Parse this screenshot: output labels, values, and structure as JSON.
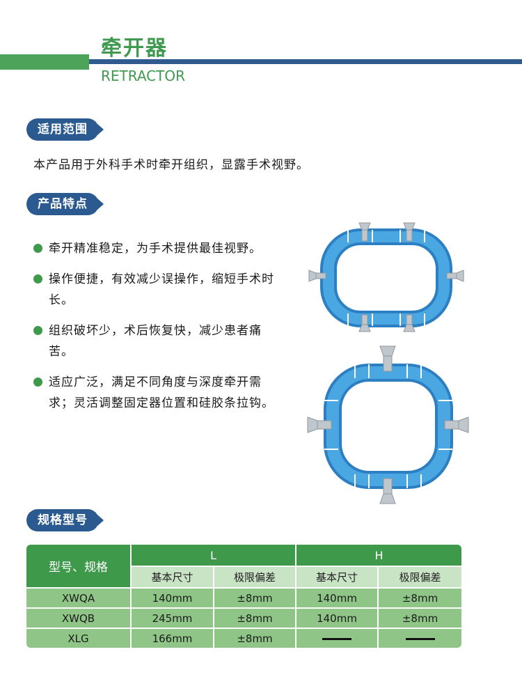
{
  "header": {
    "title_cn": "牵开器",
    "title_en": "RETRACTOR",
    "accent_green": "#4ea35a",
    "accent_blue": "#2f5b8f"
  },
  "scope": {
    "heading": "适用范围",
    "text": "本产品用于外科手术时牵开组织，显露手术视野。"
  },
  "features": {
    "heading": "产品特点",
    "items": [
      "牵开精准稳定，为手术提供最佳视野。",
      "操作便捷，有效减少误操作，缩短手术时长。",
      "组织破坏少，术后恢复快，减少患者痛苦。",
      "适应广泛，满足不同角度与深度牵开需求；灵活调整固定器位置和硅胶条拉钩。"
    ]
  },
  "specs": {
    "heading": "规格型号",
    "corner": "型号、规格",
    "group_l": "L",
    "group_h": "H",
    "sub_basic": "基本尺寸",
    "sub_tol": "极限偏差",
    "rows": [
      {
        "model": "XWQA",
        "l_basic": "140mm",
        "l_tol": "±8mm",
        "h_basic": "140mm",
        "h_tol": "±8mm"
      },
      {
        "model": "XWQB",
        "l_basic": "245mm",
        "l_tol": "±8mm",
        "h_basic": "140mm",
        "h_tol": "±8mm"
      },
      {
        "model": "XLG",
        "l_basic": "166mm",
        "l_tol": "±8mm",
        "h_basic": "",
        "h_tol": ""
      }
    ]
  }
}
